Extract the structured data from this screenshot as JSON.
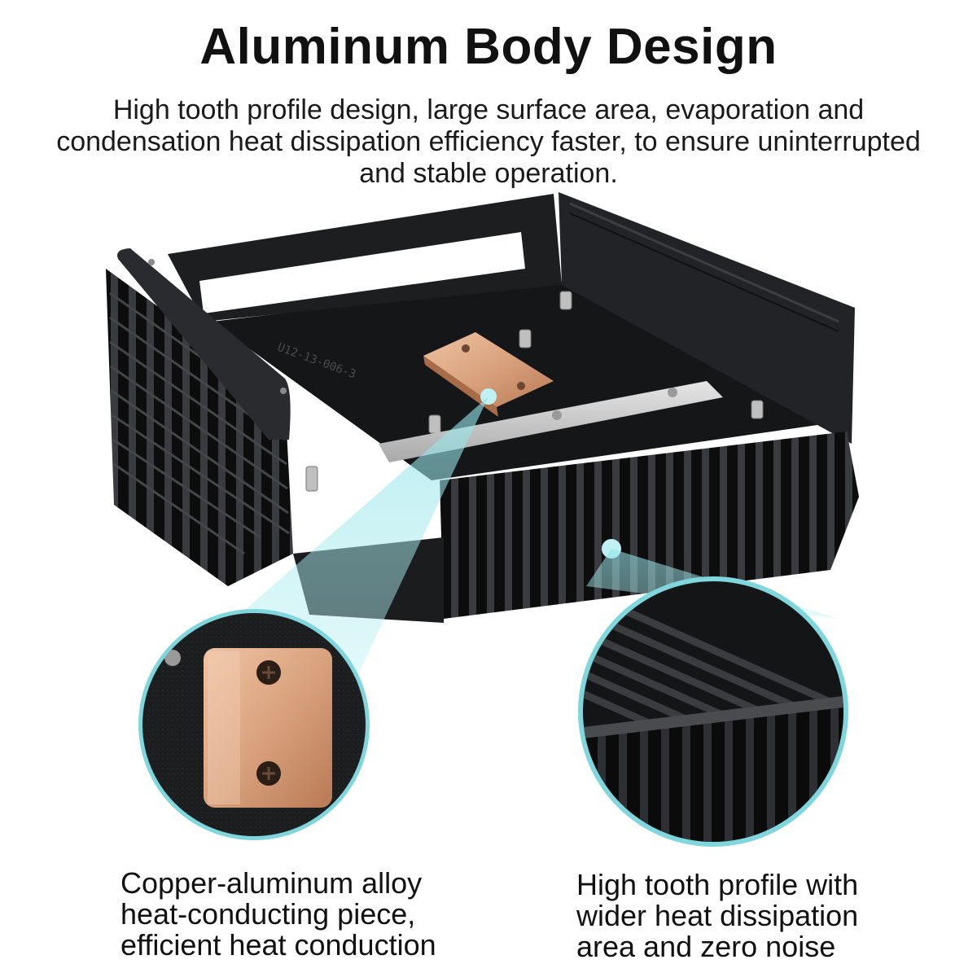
{
  "header": {
    "title": "Aluminum Body Design",
    "subtitle": "High tooth profile design, large surface area, evaporation and condensation heat dissipation efficiency faster, to ensure uninterrupted and stable operation."
  },
  "product": {
    "engraving": "U12-13-006-3",
    "colors": {
      "body": "#1a1b1d",
      "copper": "#d9a27e",
      "highlight": "#7fd6dc",
      "bar": "#c9c9c9"
    }
  },
  "callouts": {
    "left": {
      "icon": "copper-block-zoom",
      "lines": [
        "Copper-aluminum alloy",
        "heat-conducting piece,",
        "efficient heat conduction"
      ]
    },
    "right": {
      "icon": "heatsink-fins-zoom",
      "lines": [
        "High tooth profile with",
        "wider heat dissipation",
        "area and zero noise"
      ]
    }
  }
}
